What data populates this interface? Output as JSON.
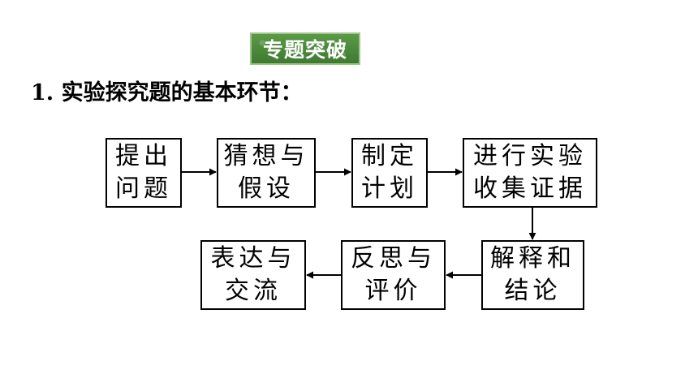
{
  "badge": {
    "label": "专题突破"
  },
  "heading": {
    "text": "1. 实验探究题的基本环节："
  },
  "flow": {
    "steps": [
      {
        "label": "提出\n问题"
      },
      {
        "label": "猜想与\n假设"
      },
      {
        "label": "制定\n计划"
      },
      {
        "label": "进行实验\n收集证据"
      },
      {
        "label": "解释和\n结论"
      },
      {
        "label": "反思与\n评价"
      },
      {
        "label": "表达与\n交流"
      }
    ]
  },
  "colors": {
    "badge_bg": "#4e8a3e",
    "badge_text": "#ffffff",
    "line": "#000000"
  }
}
